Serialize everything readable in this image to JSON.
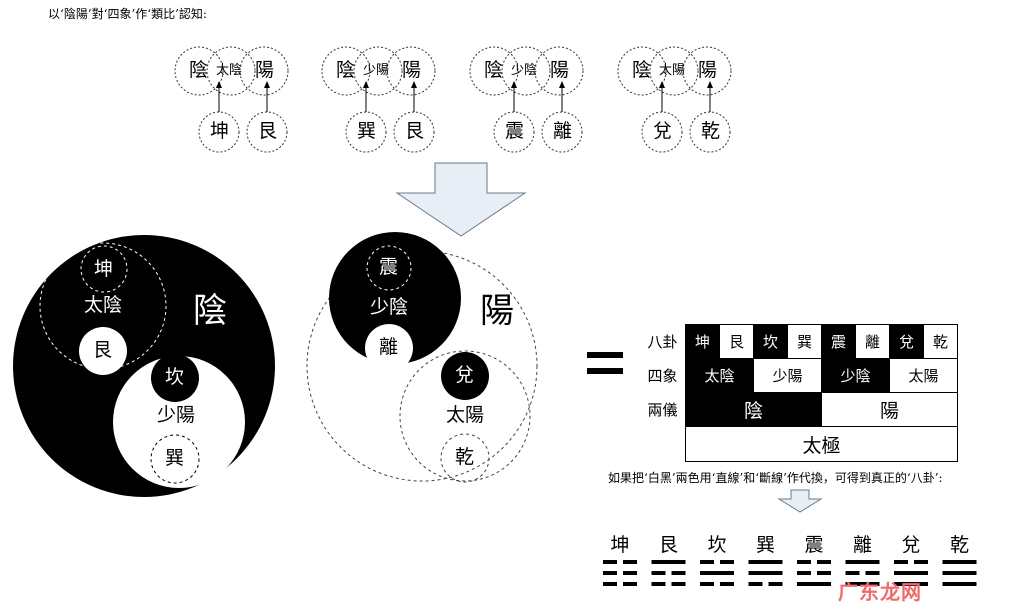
{
  "caption_top": "以‘陰陽’對‘四象’作‘類比’認知:",
  "top_groups": [
    {
      "left": "陰",
      "mid": "太陰",
      "right": "陽",
      "lower": [
        "坤",
        "艮"
      ]
    },
    {
      "left": "陰",
      "mid": "少陽",
      "right": "陽",
      "lower": [
        "巽",
        "艮"
      ]
    },
    {
      "left": "陰",
      "mid": "少陰",
      "right": "陽",
      "lower": [
        "震",
        "離"
      ]
    },
    {
      "left": "陰",
      "mid": "太陽",
      "right": "陽",
      "lower": [
        "兌",
        "乾"
      ]
    }
  ],
  "yin_diagram": {
    "outer": "陰",
    "upper_label": "太陰",
    "upper_top": "坤",
    "upper_dot": "艮",
    "lower_label": "少陽",
    "lower_dot": "坎",
    "lower_bottom": "巽"
  },
  "yang_diagram": {
    "outer": "陽",
    "upper_label": "少陰",
    "upper_top": "震",
    "upper_dot": "離",
    "lower_label": "太陽",
    "lower_dot": "兌",
    "lower_bottom": "乾"
  },
  "equals_sign": "=",
  "table": {
    "row_labels": [
      "八卦",
      "四象",
      "兩儀"
    ],
    "bagua": [
      "坤",
      "艮",
      "坎",
      "巽",
      "震",
      "離",
      "兌",
      "乾"
    ],
    "sixiang": [
      "太陰",
      "少陽",
      "少陰",
      "太陽"
    ],
    "liangyi": [
      "陰",
      "陽"
    ],
    "taiji": "太極"
  },
  "caption_bottom": "如果把‘白黑’兩色用‘直線’和‘斷線’作代換，可得到真正的‘八卦’:",
  "trigrams": [
    {
      "name": "坤",
      "lines": [
        0,
        0,
        0
      ]
    },
    {
      "name": "艮",
      "lines": [
        1,
        0,
        0
      ]
    },
    {
      "name": "坎",
      "lines": [
        0,
        1,
        0
      ]
    },
    {
      "name": "巽",
      "lines": [
        1,
        1,
        0
      ]
    },
    {
      "name": "震",
      "lines": [
        0,
        0,
        1
      ]
    },
    {
      "name": "離",
      "lines": [
        1,
        0,
        1
      ]
    },
    {
      "name": "兌",
      "lines": [
        0,
        1,
        1
      ]
    },
    {
      "name": "乾",
      "lines": [
        1,
        1,
        1
      ]
    }
  ],
  "watermark": "广东龙网"
}
